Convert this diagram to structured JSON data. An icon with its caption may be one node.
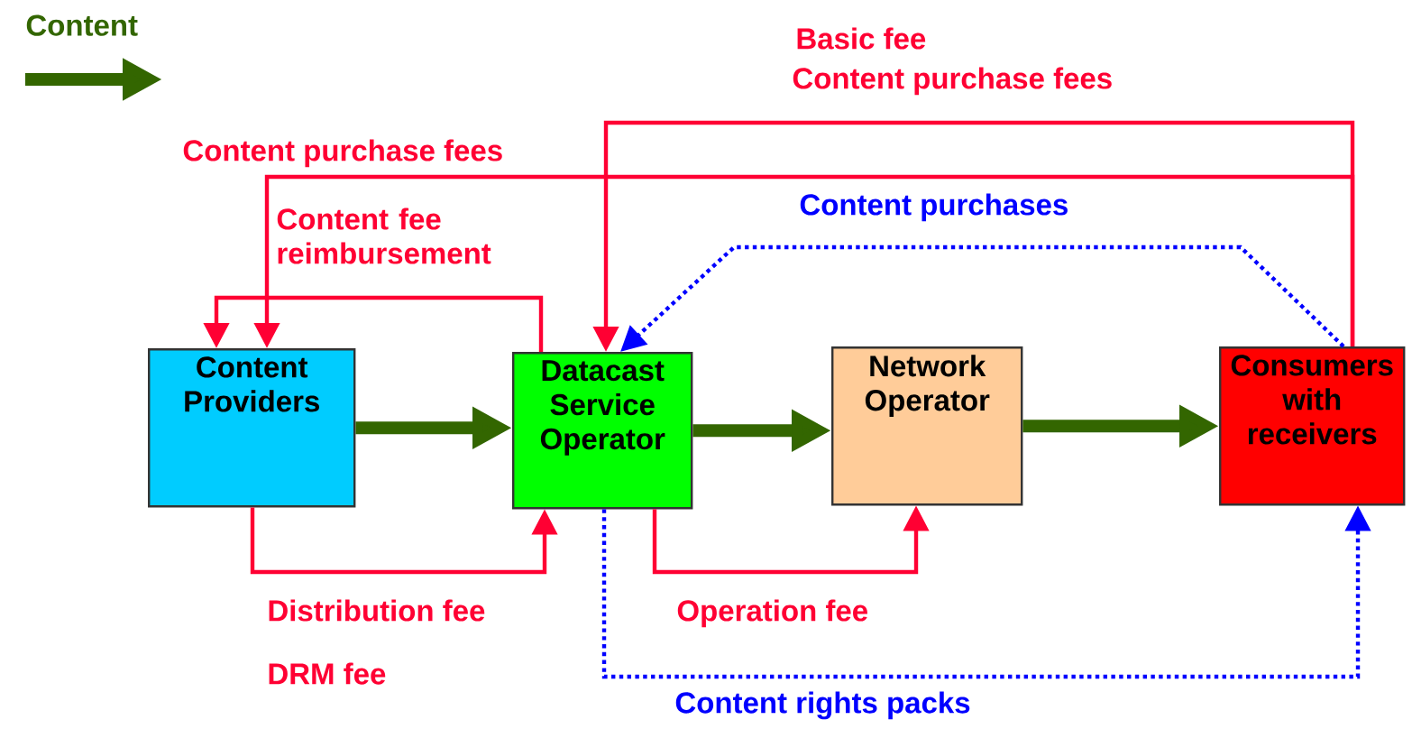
{
  "diagram": {
    "nodes": [
      {
        "text": [
          "Content Providers"
        ]
      },
      {
        "text": [
          "Datacast Service Operator"
        ]
      },
      {
        "text": [
          "Network Operator"
        ]
      },
      {
        "text": [
          "Consumers with receivers"
        ]
      }
    ],
    "edges": [
      {
        "from": 0,
        "to": 1,
        "arrow": "to",
        "style": "thick",
        "color": "#336600"
      },
      {
        "from": 1,
        "to": 2,
        "arrow": "to",
        "style": "thick",
        "color": "#336600"
      },
      {
        "from": 2,
        "to": 3,
        "arrow": "to",
        "style": "thick",
        "color": "#336600"
      },
      {
        "from": 3,
        "to": 1,
        "arrow": "to",
        "label": "Basic fee"
      },
      {
        "from": 3,
        "to": 0,
        "arrow": "to",
        "label": "Content purchase fees"
      },
      {
        "from": 1,
        "to": 0,
        "arrow": "to",
        "label": "Content fee reimbursement"
      },
      {
        "from": 3,
        "to": 1,
        "arrow": "to",
        "label": "Content purchases",
        "style": "dashed",
        "color": "#0000ff"
      },
      {
        "from": 0,
        "to": 1,
        "arrow": "to",
        "label": "Distribution fee"
      },
      {
        "from": 1,
        "to": 2,
        "arrow": "to",
        "label": "Operation fee"
      },
      {
        "from": 1,
        "to": 3,
        "arrow": "to",
        "label": "Content rights packs",
        "style": "dashed",
        "color": "#0000ff"
      }
    ],
    "labels": [
      "Content purchase fees",
      "DRM fee"
    ],
    "legend": [
      {
        "text": "Content"
      }
    ]
  }
}
